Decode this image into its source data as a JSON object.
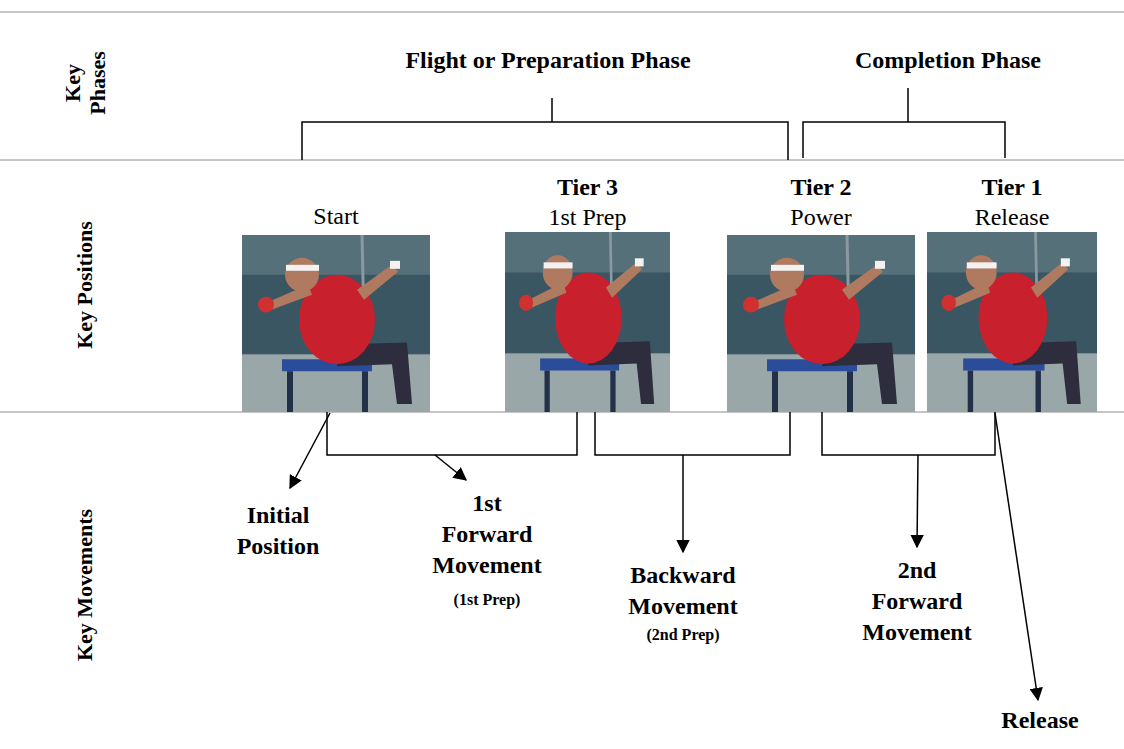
{
  "diagram": {
    "nodes": [
      {
        "text": [
          "Start"
        ]
      },
      {
        "text": [
          "Tier 3",
          "1st Prep"
        ]
      },
      {
        "text": [
          "Tier 2",
          "Power"
        ]
      },
      {
        "text": [
          "Tier 1",
          "Release"
        ]
      }
    ],
    "labels": [
      "Key Phases",
      "Key Positions",
      "Key Movements",
      "Flight or Preparation Phase",
      "Completion Phase",
      "Initial Position",
      "1st Forward Movement",
      "(1st Prep)",
      "Backward Movement",
      "(2nd Prep)",
      "2nd Forward Movement",
      "Release"
    ]
  }
}
